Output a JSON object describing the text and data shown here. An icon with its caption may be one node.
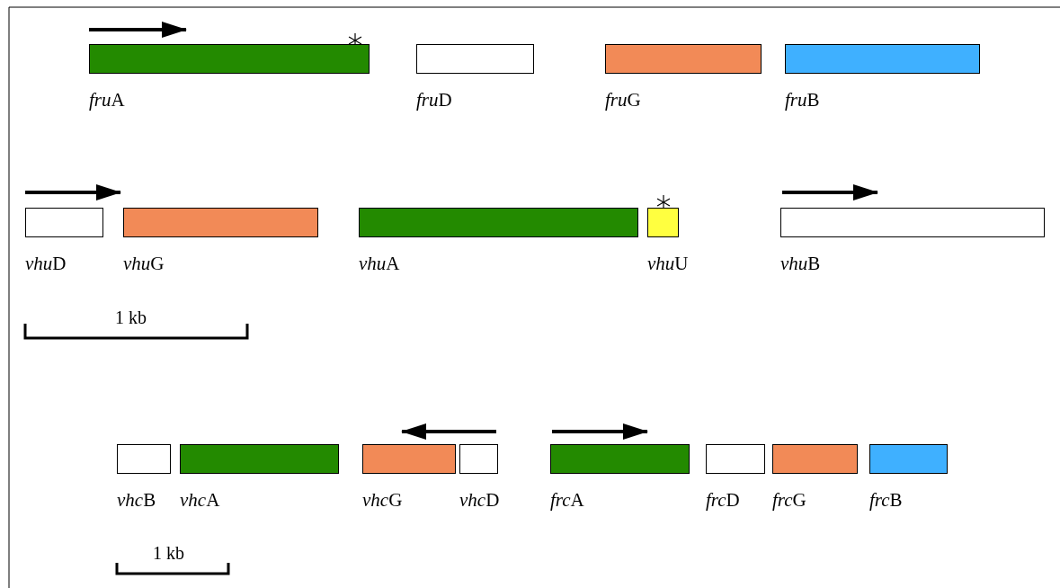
{
  "diagram": {
    "nodes": [
      {
        "text": [
          "fruA"
        ]
      },
      {
        "text": [
          "fruD"
        ]
      },
      {
        "text": [
          "fruG"
        ]
      },
      {
        "text": [
          "fruB"
        ]
      },
      {
        "text": [
          "vhuD"
        ]
      },
      {
        "text": [
          "vhuG"
        ]
      },
      {
        "text": [
          "vhuA"
        ]
      },
      {
        "text": [
          "vhuU"
        ]
      },
      {
        "text": [
          "vhuB"
        ]
      },
      {
        "text": [
          "vhcB"
        ]
      },
      {
        "text": [
          "vhcA"
        ]
      },
      {
        "text": [
          "vhcG"
        ]
      },
      {
        "text": [
          "vhcD"
        ]
      },
      {
        "text": [
          "frcA"
        ]
      },
      {
        "text": [
          "frcD"
        ]
      },
      {
        "text": [
          "frcG"
        ]
      },
      {
        "text": [
          "frcB"
        ]
      }
    ],
    "labels": [
      "1 kb",
      "1 kb"
    ]
  }
}
